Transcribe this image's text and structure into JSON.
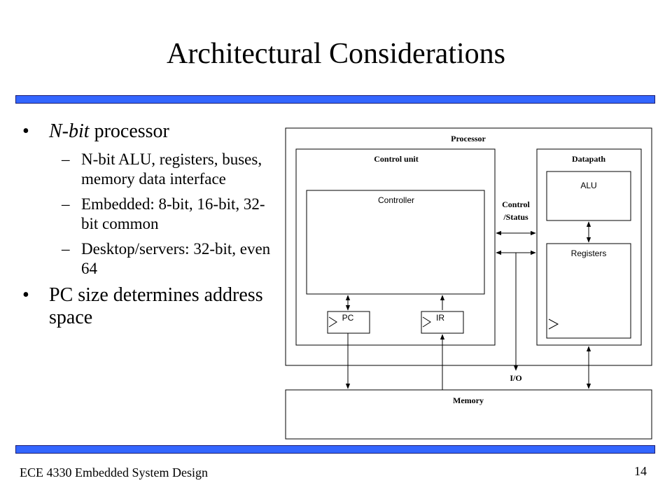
{
  "slide": {
    "title": "Architectural Considerations",
    "footer": "ECE 4330 Embedded System Design",
    "page_number": "14"
  },
  "bullets": [
    {
      "italic_text": "N-bit",
      "text": " processor",
      "subs": [
        "N-bit ALU, registers, buses, memory data interface",
        "Embedded: 8-bit, 16-bit, 32-bit common",
        "Desktop/servers: 32-bit, even 64"
      ]
    },
    {
      "text": "PC size determines address space"
    }
  ],
  "diagram": {
    "processor": "Processor",
    "control_unit": "Control unit",
    "datapath": "Datapath",
    "controller": "Controller",
    "alu": "ALU",
    "registers": "Registers",
    "pc": "PC",
    "ir": "IR",
    "control_status_line1": "Control",
    "control_status_line2": "/Status",
    "io": "I/O",
    "memory": "Memory"
  },
  "colors": {
    "rule_fill": "#3366ff",
    "rule_border": "#1a1a6e"
  }
}
